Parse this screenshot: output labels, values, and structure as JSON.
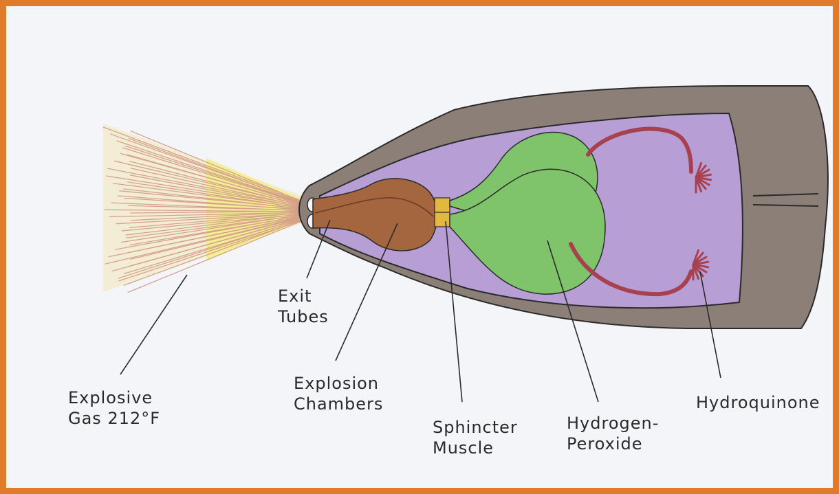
{
  "labels": {
    "explosive_gas": [
      "Explosive",
      "Gas 212°F"
    ],
    "exit_tubes": [
      "Exit",
      "Tubes"
    ],
    "explosion_chambers": [
      "Explosion",
      "Chambers"
    ],
    "sphincter_muscle": [
      "Sphincter",
      "Muscle"
    ],
    "hydrogen_peroxide": [
      "Hydrogen-",
      "Peroxide"
    ],
    "hydroquinone": [
      "Hydroquinone"
    ]
  },
  "colors": {
    "border": "#e07b2c",
    "paper": "#f4f5f8",
    "abdomen_shell": "#8c7f77",
    "cavity": "#b79fd6",
    "reservoir": "#7fc46b",
    "chamber": "#a4663f",
    "sphincter": "#e3b83f",
    "gland": "#a8414f",
    "spray_core": "#f2ec8a",
    "spray_outer": "#d9a28c"
  }
}
